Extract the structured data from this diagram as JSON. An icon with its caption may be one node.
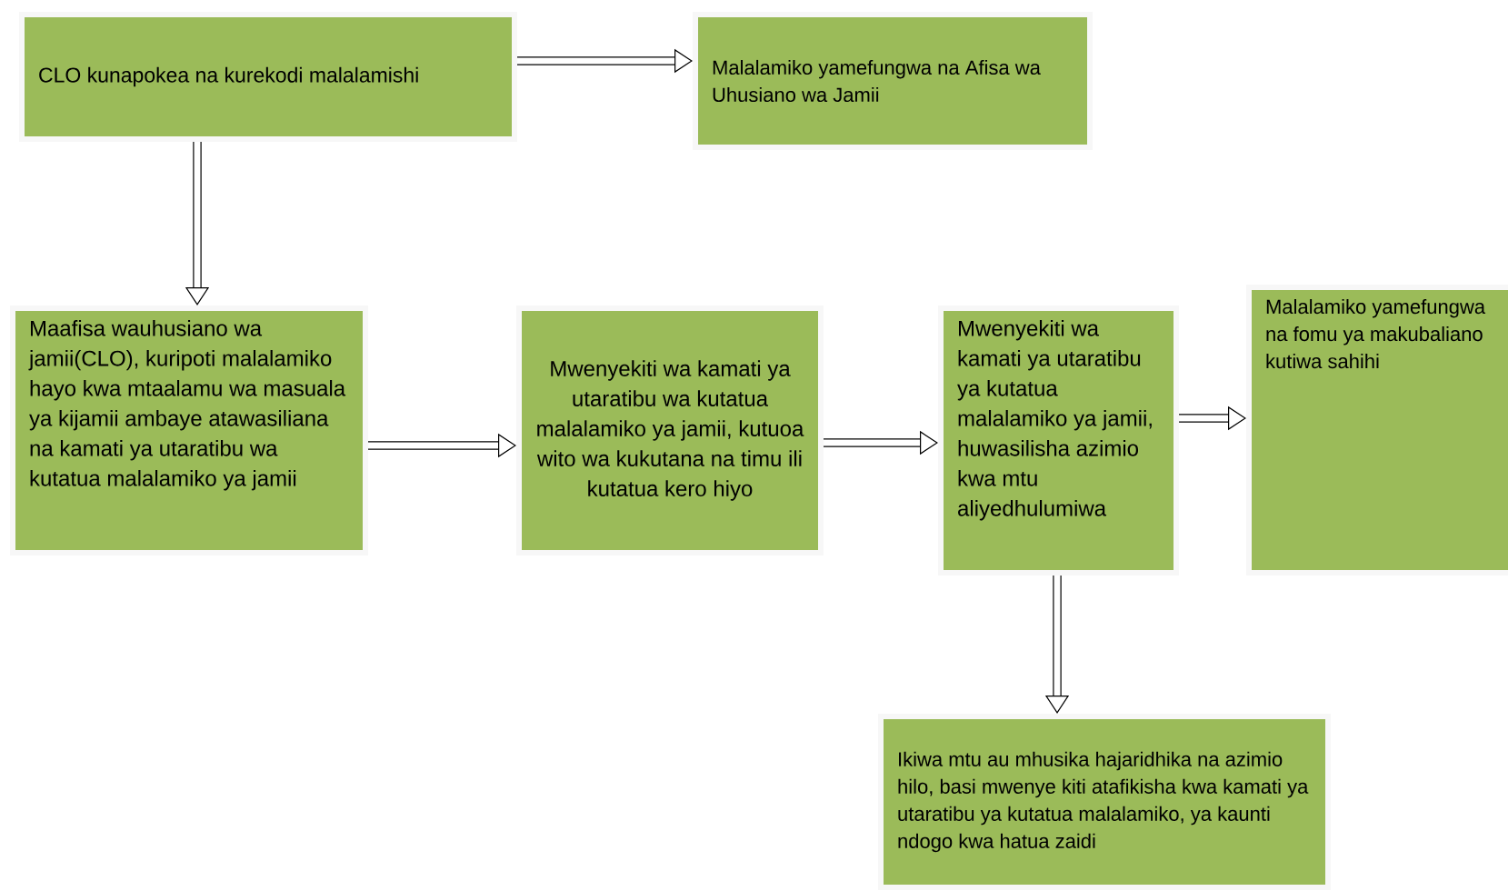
{
  "diagram": {
    "nodes": [
      {
        "text": [
          "CLO kunapokea na kurekodi malalamishi"
        ]
      },
      {
        "text": [
          "Malalamiko yamefungwa na Afisa wa Uhusiano wa Jamii"
        ]
      },
      {
        "text": [
          "Maafisa wauhusiano wa jamii(CLO), kuripoti malalamiko hayo kwa mtaalamu wa masuala ya kijamii ambaye atawasiliana na kamati ya utaratibu wa kutatua malalamiko ya jamii"
        ]
      },
      {
        "text": [
          "Mwenyekiti wa kamati ya utaratibu wa kutatua malalamiko ya jamii, kutuoa wito wa kukutana na timu ili kutatua kero hiyo"
        ]
      },
      {
        "text": [
          "Mwenyekiti wa kamati ya utaratibu ya kutatua malalamiko ya jamii, huwasilisha azimio kwa mtu aliyedhulumiwa"
        ]
      },
      {
        "text": [
          "Malalamiko yamefungwa na fomu ya makubaliano kutiwa sahihi"
        ]
      },
      {
        "text": [
          "Ikiwa mtu au mhusika hajaridhika na azimio hilo, basi mwenye kiti atafikisha kwa kamati ya utaratibu ya kutatua malalamiko, ya kaunti ndogo kwa hatua zaidi"
        ]
      }
    ],
    "edges": [
      {
        "from": 0,
        "to": 1,
        "arrow": "to"
      },
      {
        "from": 0,
        "to": 2,
        "arrow": "to"
      },
      {
        "from": 2,
        "to": 3,
        "arrow": "to"
      },
      {
        "from": 3,
        "to": 4,
        "arrow": "to"
      },
      {
        "from": 4,
        "to": 5,
        "arrow": "to"
      },
      {
        "from": 4,
        "to": 6,
        "arrow": "to"
      }
    ]
  }
}
